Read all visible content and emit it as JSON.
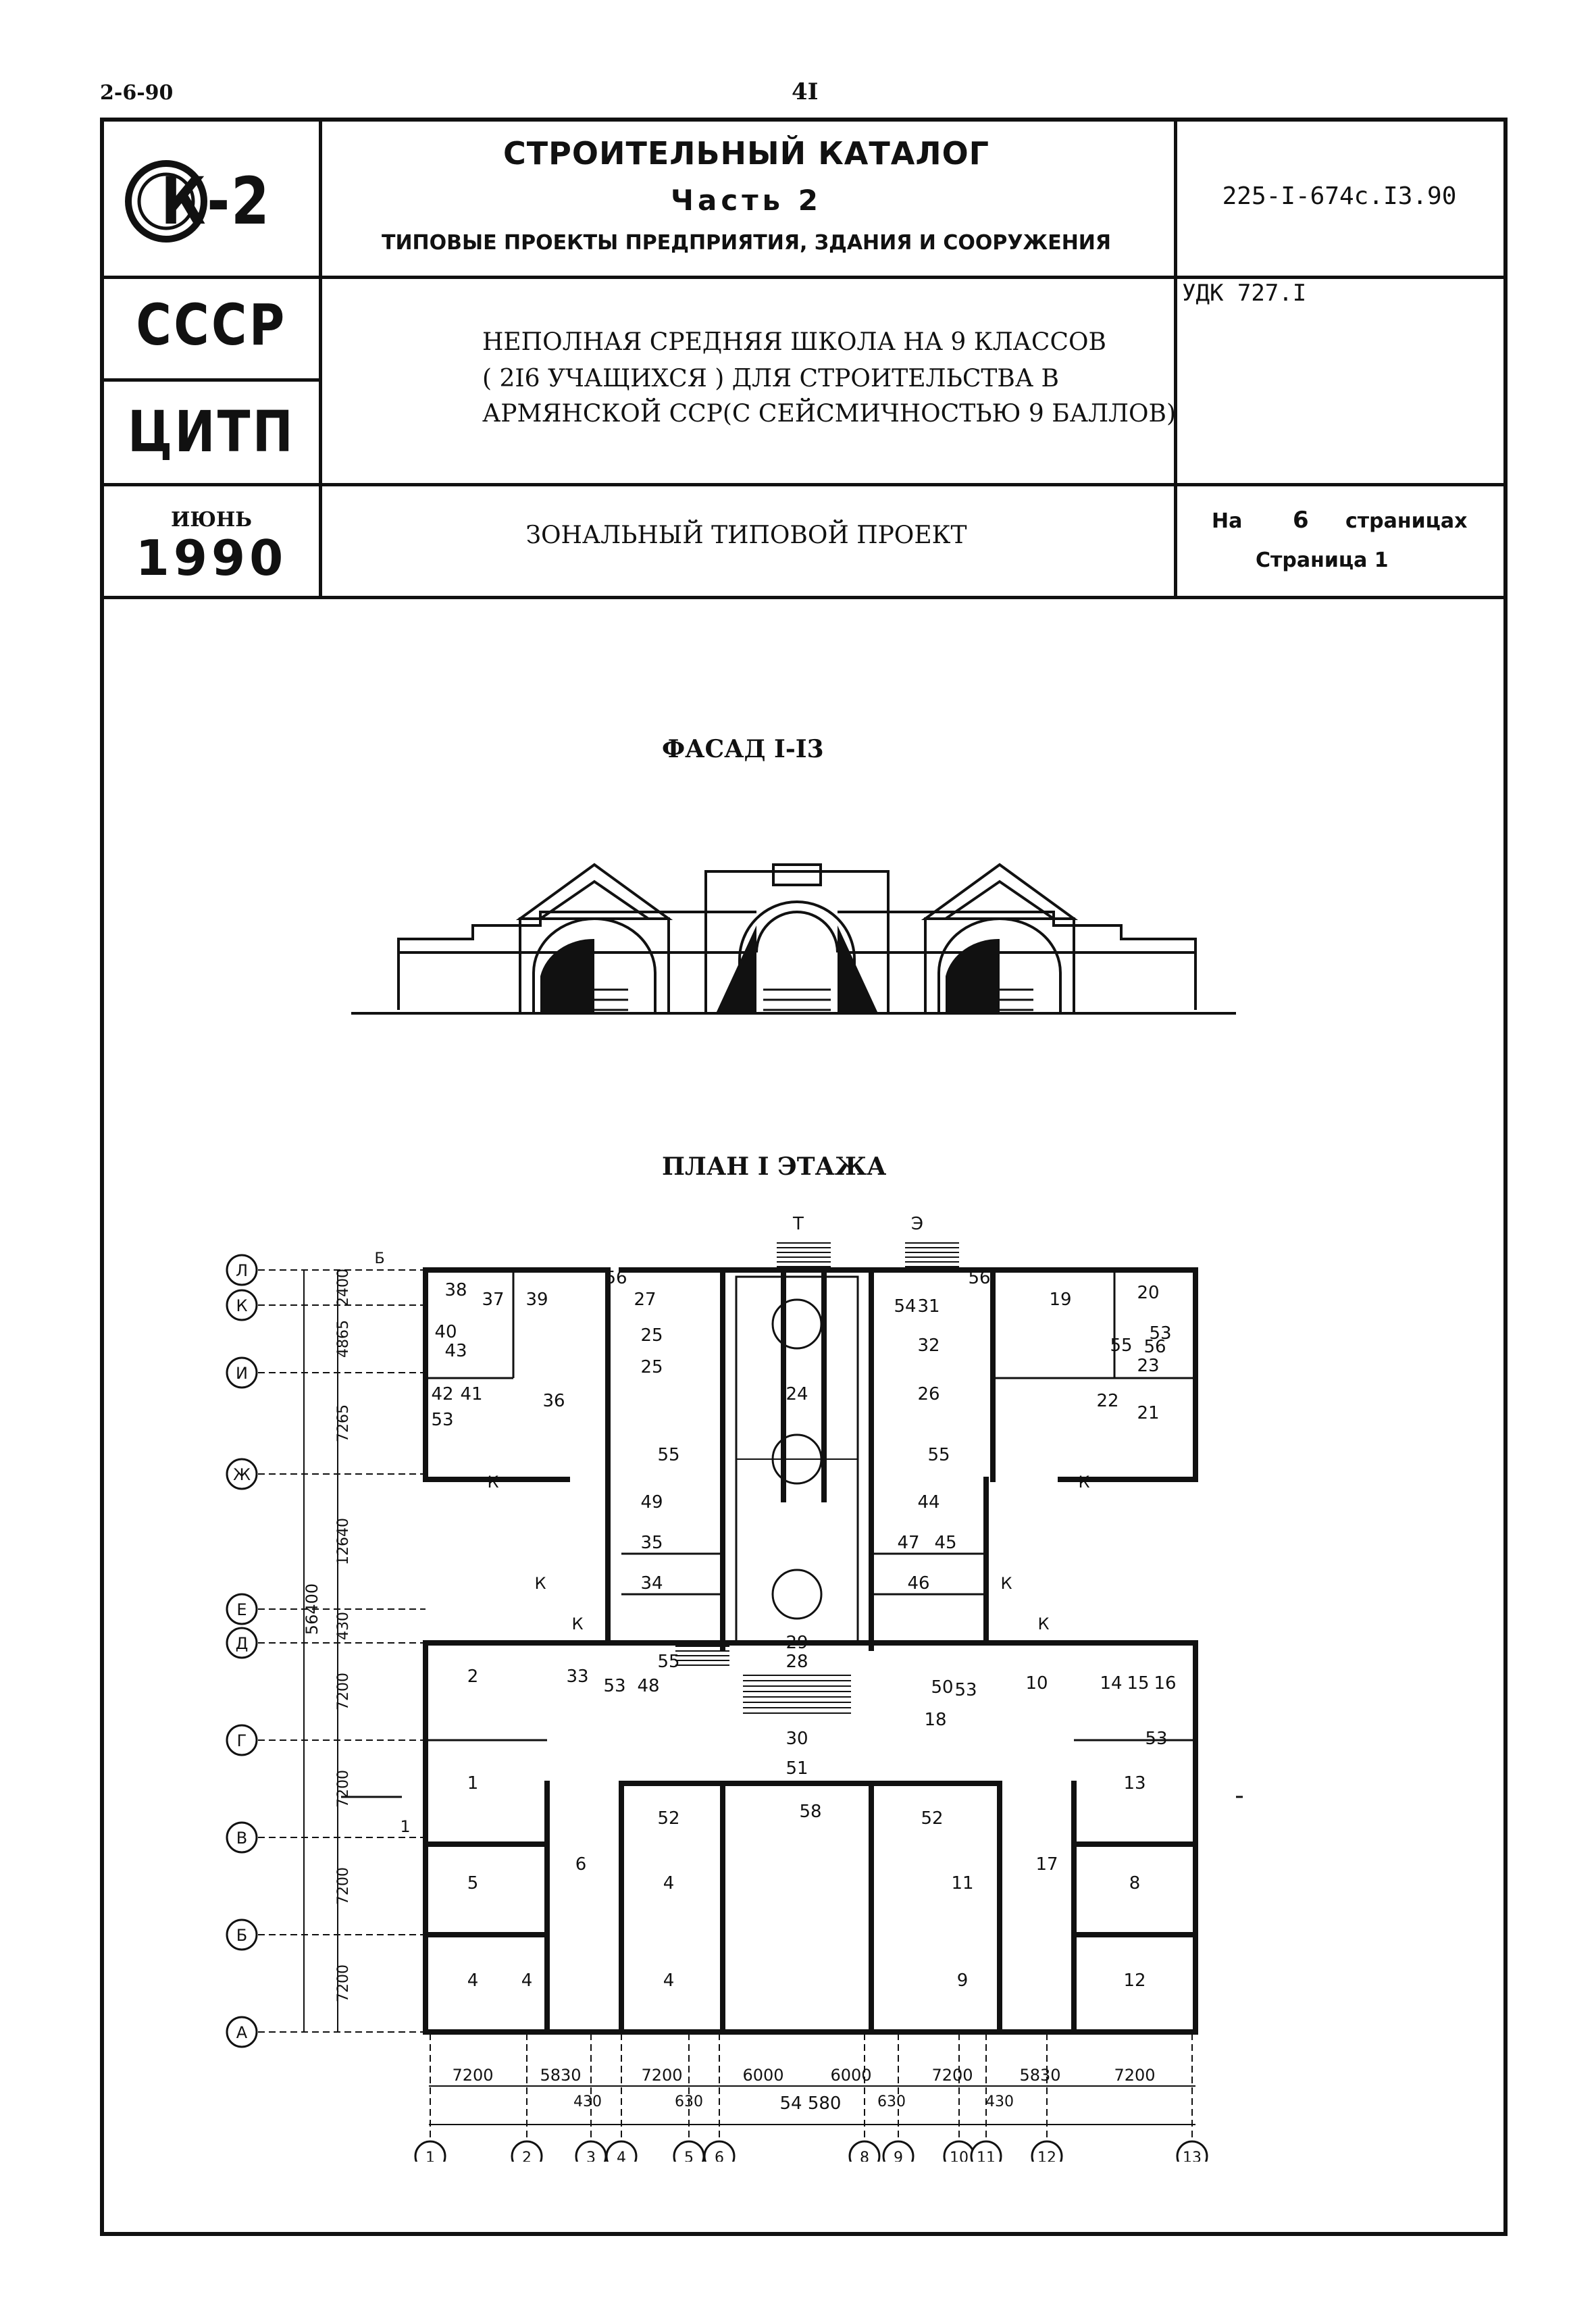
{
  "corner_code": "2-6-90",
  "page_number": "4I",
  "logo": {
    "text": "К-2"
  },
  "catalog": {
    "title": "СТРОИТЕЛЬНЫЙ КАТАЛОГ",
    "part": "Часть 2",
    "subtitle": "ТИПОВЫЕ ПРОЕКТЫ ПРЕДПРИЯТИЯ, ЗДАНИЯ И СООРУЖЕНИЯ",
    "code": "225-I-674с.I3.90"
  },
  "org": {
    "country": "СССР",
    "agency": "ЦИТП"
  },
  "udk": "УДК 727.I",
  "project": {
    "line1": "НЕПОЛНАЯ СРЕДНЯЯ ШКОЛА  НА  9 КЛАССОВ",
    "line2": "( 2I6 УЧАЩИХСЯ ) ДЛЯ СТРОИТЕЛЬСТВА  В",
    "line3": "АРМЯНСКОЙ ССР(С СЕЙСМИЧНОСТЬЮ 9 БАЛЛОВ)",
    "type": "ЗОНАЛЬНЫЙ ТИПОВОЙ ПРОЕКТ"
  },
  "date": {
    "month": "ИЮНЬ",
    "year": "1990"
  },
  "pages": {
    "prefix": "На",
    "count": "6",
    "suffix": "страницах",
    "current": "Страница 1"
  },
  "facade": {
    "title": "ФАСАД I-I3"
  },
  "plan": {
    "title": "ПЛАН I ЭТАЖА",
    "axes_letters": [
      "Л",
      "К",
      "И",
      "Ж",
      "Е",
      "Д",
      "Г",
      "В",
      "Б",
      "А"
    ],
    "axes_numbers": [
      "1",
      "2",
      "3",
      "4",
      "5",
      "6",
      "8",
      "9",
      "10",
      "11",
      "12",
      "13"
    ],
    "left_dims": [
      "2400",
      "4865",
      "7265",
      "12640",
      "430",
      "7200",
      "7200",
      "7200",
      "7200"
    ],
    "total_height": "56400",
    "bottom_dims": [
      "7200",
      "5830",
      "7200",
      "6000",
      "6000",
      "7200",
      "5830",
      "7200"
    ],
    "bottom_sub": [
      "430",
      "630",
      "630",
      "430"
    ],
    "total_width": "54 580",
    "markers": {
      "t": "Т",
      "e": "Э",
      "k": "К",
      "b": "Б",
      "section": "1"
    },
    "rooms": [
      "38",
      "37",
      "39",
      "36",
      "27",
      "25",
      "25",
      "24",
      "19",
      "20",
      "22",
      "21",
      "26",
      "55",
      "55",
      "49",
      "35",
      "34",
      "44",
      "45",
      "46",
      "47",
      "29",
      "28",
      "30",
      "2",
      "33",
      "53",
      "48",
      "55",
      "53",
      "50",
      "18",
      "10",
      "14",
      "15",
      "16",
      "1",
      "6",
      "51",
      "4",
      "13",
      "17",
      "5",
      "4",
      "11",
      "8",
      "4",
      "4",
      "9",
      "12",
      "52",
      "52",
      "56",
      "56",
      "54",
      "31",
      "32",
      "42",
      "41",
      "43",
      "40",
      "53",
      "53",
      "55",
      "56",
      "23",
      "53",
      "58"
    ]
  }
}
